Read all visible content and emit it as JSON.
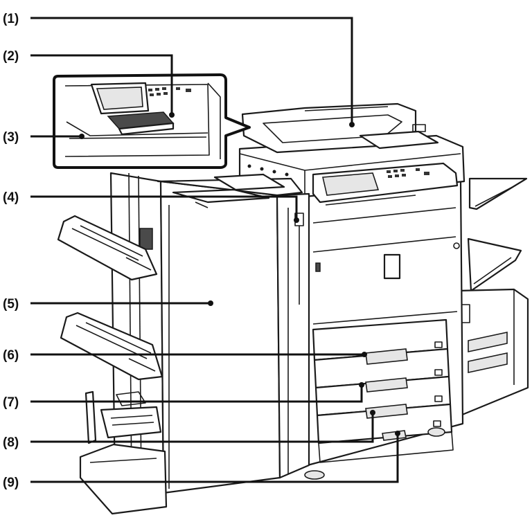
{
  "callouts": [
    {
      "id": "1",
      "label": "(1)"
    },
    {
      "id": "2",
      "label": "(2)"
    },
    {
      "id": "3",
      "label": "(3)"
    },
    {
      "id": "4",
      "label": "(4)"
    },
    {
      "id": "5",
      "label": "(5)"
    },
    {
      "id": "6",
      "label": "(6)"
    },
    {
      "id": "7",
      "label": "(7)"
    },
    {
      "id": "8",
      "label": "(8)"
    },
    {
      "id": "9",
      "label": "(9)"
    }
  ]
}
